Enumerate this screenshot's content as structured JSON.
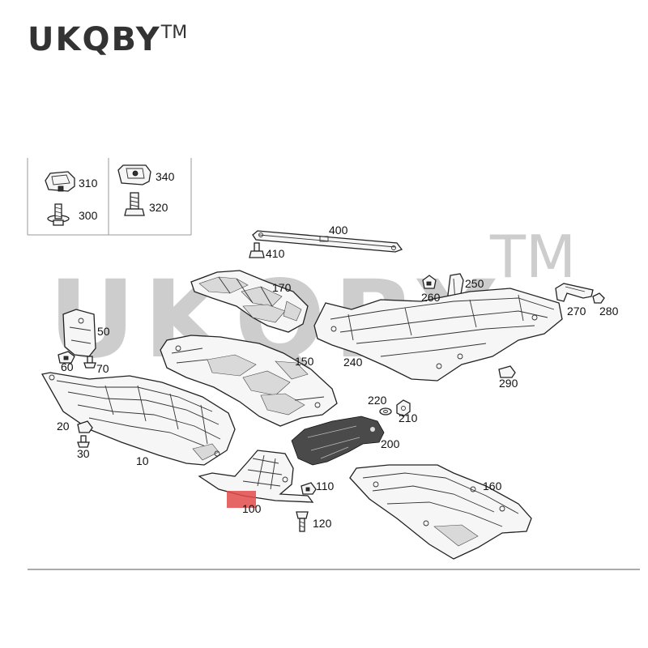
{
  "brand": {
    "name": "UKQBY",
    "tm": "TM"
  },
  "watermark": {
    "text": "UKQBY",
    "tm": "TM"
  },
  "highlight_color": "#e24a4a",
  "labels": {
    "p10": "10",
    "p20": "20",
    "p30": "30",
    "p50": "50",
    "p60": "60",
    "p70": "70",
    "p100": "100",
    "p110": "110",
    "p120": "120",
    "p150": "150",
    "p160": "160",
    "p170": "170",
    "p200": "200",
    "p210": "210",
    "p220": "220",
    "p240": "240",
    "p250": "250",
    "p260": "260",
    "p270": "270",
    "p280": "280",
    "p290": "290",
    "p300": "300",
    "p310": "310",
    "p320": "320",
    "p340": "340",
    "p400": "400",
    "p410": "410"
  }
}
